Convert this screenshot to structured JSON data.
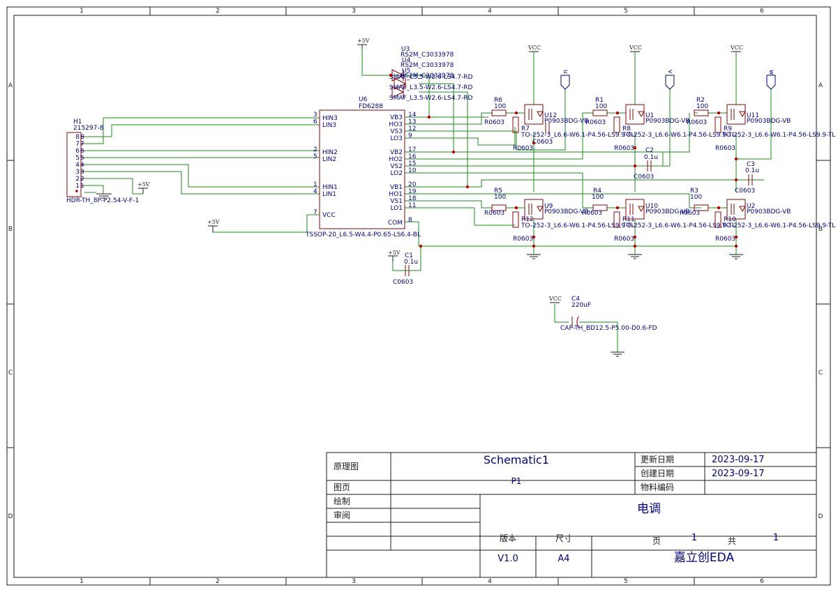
{
  "frame": {
    "columns": [
      "1",
      "2",
      "3",
      "4",
      "5",
      "6"
    ],
    "rows": [
      "A",
      "B",
      "C",
      "D"
    ]
  },
  "title_block": {
    "type_label": "原理图",
    "schematic_name": "Schematic1",
    "page_label": "图页",
    "page_value": "P1",
    "drawn_label": "绘制",
    "review_label": "审阅",
    "updated_label": "更新日期",
    "updated_value": "2023-09-17",
    "created_label": "创建日期",
    "created_value": "2023-09-17",
    "material_label": "物料编码",
    "project_name": "电调",
    "version_label": "版本",
    "version_value": "V1.0",
    "size_label": "尺寸",
    "size_value": "A4",
    "page_num_label": "页",
    "page_num_value": "1",
    "total_label": "共",
    "total_value": "1",
    "company": "嘉立创EDA"
  },
  "power": {
    "p5v": "+5V",
    "vcc": "VCC"
  },
  "ports": {
    "u": "u",
    "v": "v",
    "w": "w"
  },
  "h1": {
    "ref": "H1",
    "part": "215297-8",
    "footprint": "HDR-TH_8P-P2.54-V-F-1",
    "pins": [
      "8",
      "7",
      "6",
      "5",
      "4",
      "3",
      "2",
      "1"
    ]
  },
  "u6": {
    "ref": "U6",
    "part": "FD6288",
    "footprint": "TSSOP-20_L6.5-W4.4-P0.65-LS6.4-BL",
    "left_pins": [
      {
        "num": "3",
        "name": "HIN3"
      },
      {
        "num": "6",
        "name": "LIN3"
      },
      {
        "num": "2",
        "name": "HIN2"
      },
      {
        "num": "5",
        "name": "LIN2"
      },
      {
        "num": "1",
        "name": "HIN1"
      },
      {
        "num": "4",
        "name": "LIN1"
      },
      {
        "num": "7",
        "name": "VCC"
      }
    ],
    "right_pins": [
      {
        "num": "14",
        "name": "VB3"
      },
      {
        "num": "13",
        "name": "HO3"
      },
      {
        "num": "12",
        "name": "VS3"
      },
      {
        "num": "9",
        "name": "LO3"
      },
      {
        "num": "17",
        "name": "VB2"
      },
      {
        "num": "16",
        "name": "HO2"
      },
      {
        "num": "15",
        "name": "VS2"
      },
      {
        "num": "10",
        "name": "LO2"
      },
      {
        "num": "20",
        "name": "VB1"
      },
      {
        "num": "19",
        "name": "HO1"
      },
      {
        "num": "18",
        "name": "VS1"
      },
      {
        "num": "11",
        "name": "LO1"
      },
      {
        "num": "8",
        "name": "COM"
      }
    ]
  },
  "diodes": {
    "refs": "U3",
    "parts": [
      "RS2M_C3033978",
      "RS2M_C3033978",
      "RS2M_C3033978"
    ],
    "overlap_refs": [
      "U4",
      "U5"
    ],
    "footprints": [
      "SMAF_L3.5-W2.6-LS4.7-RD",
      "SMAF_L3.5-W2.6-LS4.7-RD",
      "SMAF_L3.5-W2.6-LS4.7-RD"
    ]
  },
  "resistors": {
    "r6": {
      "ref": "R6",
      "val": "100",
      "fp": "R0603"
    },
    "r1": {
      "ref": "R1",
      "val": "100",
      "fp": "R0603"
    },
    "r2": {
      "ref": "R2",
      "val": "100",
      "fp": "R0603"
    },
    "r5": {
      "ref": "R5",
      "val": "100",
      "fp": "R0603"
    },
    "r4": {
      "ref": "R4",
      "val": "100",
      "fp": "R0603"
    },
    "r3": {
      "ref": "R3",
      "val": "100",
      "fp": "R0603"
    },
    "r7": {
      "ref": "R7",
      "fp": "R0603"
    },
    "r8": {
      "ref": "R8",
      "fp": "R0603"
    },
    "r9": {
      "ref": "R9",
      "fp": "R0603"
    },
    "r12": {
      "ref": "R12",
      "fp": "R0603"
    },
    "r11": {
      "ref": "R11",
      "fp": "R0603"
    },
    "r10": {
      "ref": "R10",
      "fp": "R0603"
    }
  },
  "mosfets": {
    "part": "P0903BDG-VB",
    "footprint": "TO-252-3_L6.6-W6.1-P4.56-LS9.9-TL",
    "refs": {
      "u12": "U12",
      "u1": "U1",
      "u11": "U11",
      "u9": "U9",
      "u10": "U10",
      "u2": "U2"
    }
  },
  "caps": {
    "c1": {
      "ref": "C1",
      "val": "0.1u",
      "fp": "C0603"
    },
    "c2": {
      "ref": "C2",
      "val": "0.1u",
      "fp": "C0603"
    },
    "c3": {
      "ref": "C3",
      "val": "0.1u",
      "fp": "C0603"
    },
    "c5": {
      "fp": "C0603"
    },
    "c4": {
      "ref": "C4",
      "val": "220uF",
      "fp": "CAP-TH_BD12.5-P5.00-D0.6-FD"
    }
  },
  "colors": {
    "wire": "#169116",
    "symbol": "#8b0000",
    "text": "#00008b",
    "junction": "#c00000",
    "frame": "#1a1a1a"
  }
}
